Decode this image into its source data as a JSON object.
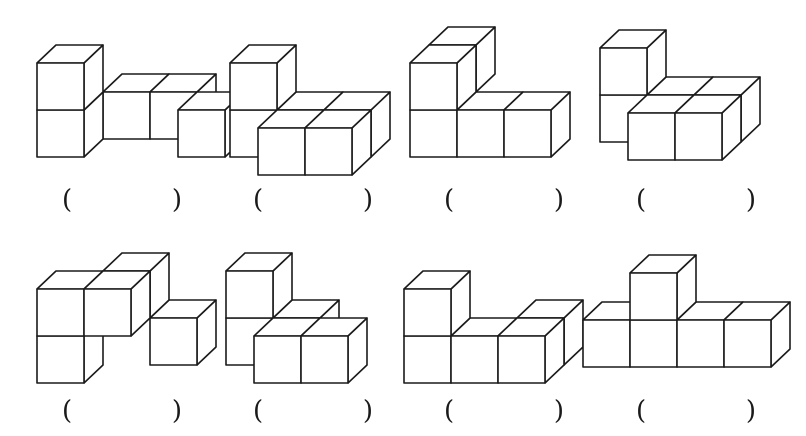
{
  "question": {
    "figures": [
      {
        "id": 1,
        "blank": {
          "open": "(",
          "close": ")"
        }
      },
      {
        "id": 2,
        "blank": {
          "open": "(",
          "close": ")"
        }
      },
      {
        "id": 3,
        "blank": {
          "open": "(",
          "close": ")"
        }
      },
      {
        "id": 4,
        "blank": {
          "open": "(",
          "close": ")"
        }
      },
      {
        "id": 5,
        "blank": {
          "open": "(",
          "close": ")"
        }
      },
      {
        "id": 6,
        "blank": {
          "open": "(",
          "close": ")"
        }
      },
      {
        "id": 7,
        "blank": {
          "open": "(",
          "close": ")"
        }
      },
      {
        "id": 8,
        "blank": {
          "open": "(",
          "close": ")"
        }
      }
    ]
  },
  "style": {
    "line_color": "#1a1a1a",
    "background": "#ffffff"
  }
}
